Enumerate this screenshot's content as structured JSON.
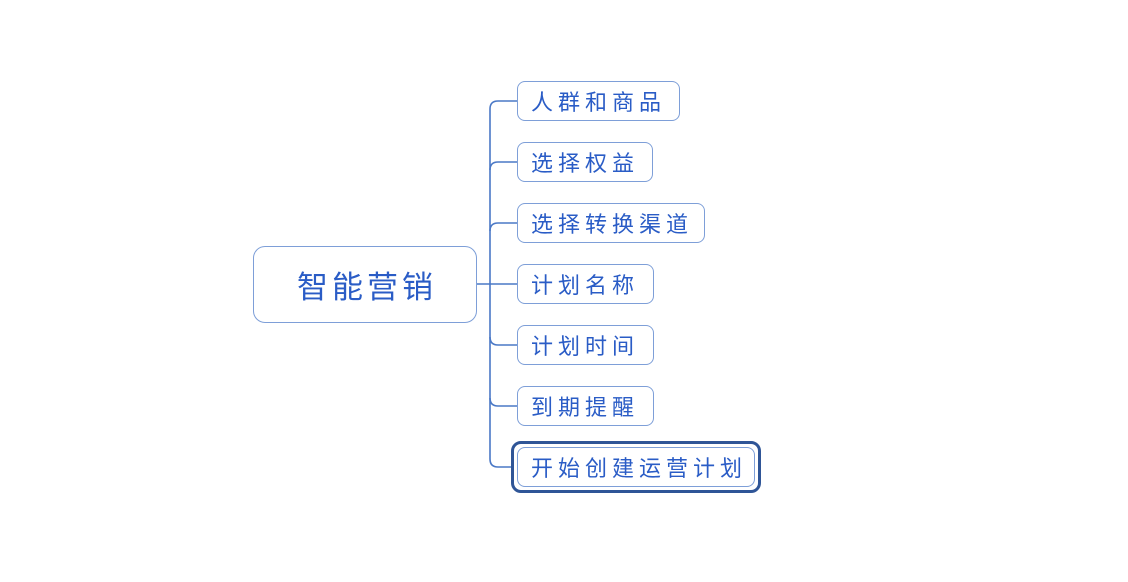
{
  "diagram": {
    "type": "mindmap",
    "root": {
      "label": "智能营销"
    },
    "children": [
      {
        "label": "人群和商品",
        "selected": false
      },
      {
        "label": "选择权益",
        "selected": false
      },
      {
        "label": "选择转换渠道",
        "selected": false
      },
      {
        "label": "计划名称",
        "selected": false
      },
      {
        "label": "计划时间",
        "selected": false
      },
      {
        "label": "到期提醒",
        "selected": false
      },
      {
        "label": "开始创建运营计划",
        "selected": true
      }
    ],
    "colors": {
      "node_border": "#7E9FD8",
      "node_text": "#2A5CC6",
      "connector": "#4A78C6",
      "selection_border": "#2F5597",
      "background": "#FFFFFF"
    }
  }
}
